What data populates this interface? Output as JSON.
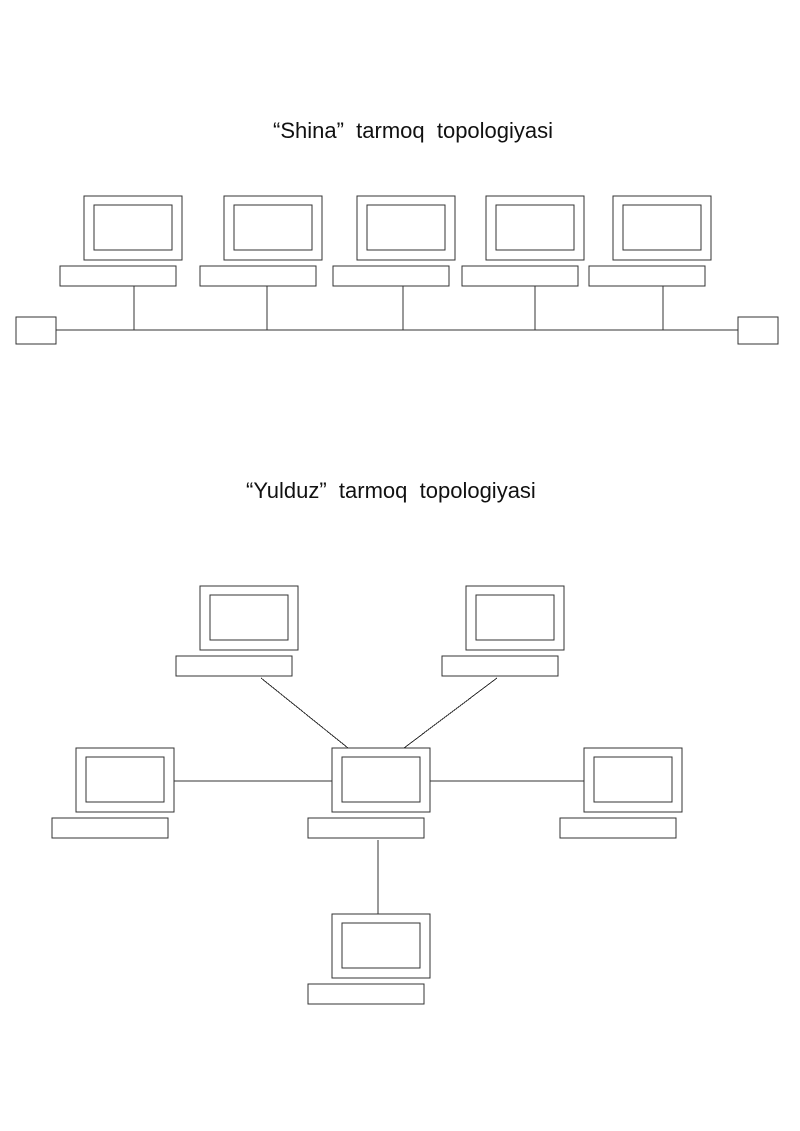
{
  "bus_topology": {
    "title": "“Shina”  tarmoq  topologiyasi",
    "computers": 5,
    "terminators": 2
  },
  "star_topology": {
    "title": "“Yulduz”  tarmoq  topologiyasi",
    "hub": 1,
    "computers": 5
  },
  "colors": {
    "line": "#333333",
    "background": "#ffffff",
    "text": "#111111"
  }
}
